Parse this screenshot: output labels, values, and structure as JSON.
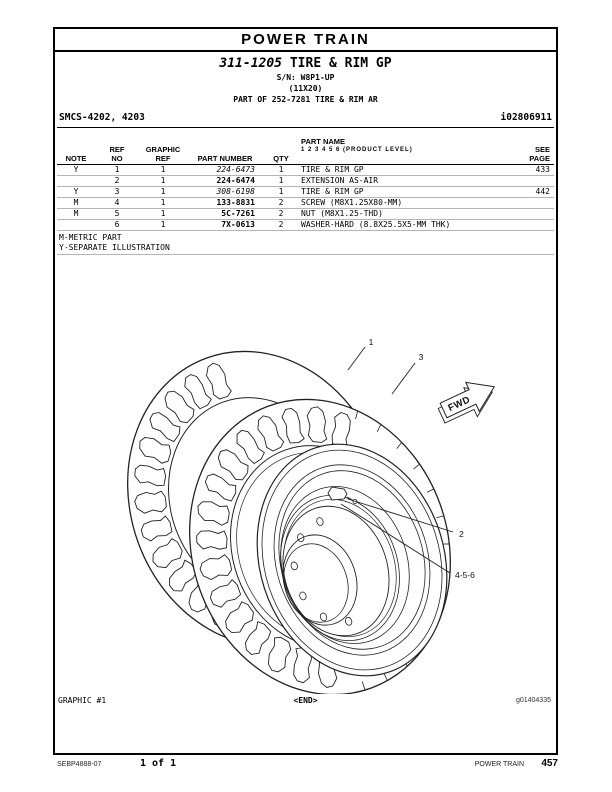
{
  "header": {
    "section_title": "POWER TRAIN",
    "group_number": "311-1205",
    "group_name": "TIRE & RIM GP",
    "serial_line": "S/N: W8P1-UP",
    "size_line": "(11X20)",
    "part_of_line": "PART OF 252-7281 TIRE & RIM AR",
    "smcs": "SMCS-4202, 4203",
    "doc_id": "i02806911"
  },
  "table": {
    "headers": {
      "note": "NOTE",
      "ref_no": "REF\nNO",
      "graphic_ref": "GRAPHIC\nREF",
      "part_number": "PART NUMBER",
      "qty": "QTY",
      "part_name_label": "PART NAME",
      "product_level": "1  2  3  4  5  6  (PRODUCT LEVEL)",
      "see_page": "SEE\nPAGE"
    },
    "rows": [
      {
        "note": "Y",
        "ref_no": "1",
        "graphic_ref": "1",
        "part_number": "224-6473",
        "pn_style": "italic",
        "qty": "1",
        "part_name": "TIRE & RIM GP",
        "see_page": "433"
      },
      {
        "note": "",
        "ref_no": "2",
        "graphic_ref": "1",
        "part_number": "224-6474",
        "pn_style": "bold",
        "qty": "1",
        "part_name": "EXTENSION AS-AIR",
        "see_page": ""
      },
      {
        "note": "Y",
        "ref_no": "3",
        "graphic_ref": "1",
        "part_number": "308-6198",
        "pn_style": "italic",
        "qty": "1",
        "part_name": "TIRE & RIM GP",
        "see_page": "442"
      },
      {
        "note": "M",
        "ref_no": "4",
        "graphic_ref": "1",
        "part_number": "133-8831",
        "pn_style": "bold",
        "qty": "2",
        "part_name": "SCREW (M8X1.25X80-MM)",
        "see_page": ""
      },
      {
        "note": "M",
        "ref_no": "5",
        "graphic_ref": "1",
        "part_number": "5C-7261",
        "pn_style": "bold",
        "qty": "2",
        "part_name": "NUT (M8X1.25-THD)",
        "see_page": ""
      },
      {
        "note": "",
        "ref_no": "6",
        "graphic_ref": "1",
        "part_number": "7X-0613",
        "pn_style": "bold",
        "qty": "2",
        "part_name": "WASHER-HARD (8.8X25.5X5-MM THK)",
        "see_page": ""
      }
    ],
    "notes": [
      "M-METRIC PART",
      "Y-SEPARATE ILLUSTRATION"
    ]
  },
  "graphic": {
    "label": "GRAPHIC #1",
    "end_marker": "<END>",
    "graphic_id": "g01404335",
    "fwd_label": "FWD",
    "callouts": [
      {
        "label": "1"
      },
      {
        "label": "3"
      },
      {
        "label": "2"
      },
      {
        "label": "4-5-6"
      }
    ]
  },
  "footer": {
    "doc_code": "SEBP4888-07",
    "page_count": "1 of 1",
    "section": "POWER TRAIN",
    "page_number": "457"
  },
  "colors": {
    "ink": "#222222",
    "row_line": "#b5b5b5"
  }
}
